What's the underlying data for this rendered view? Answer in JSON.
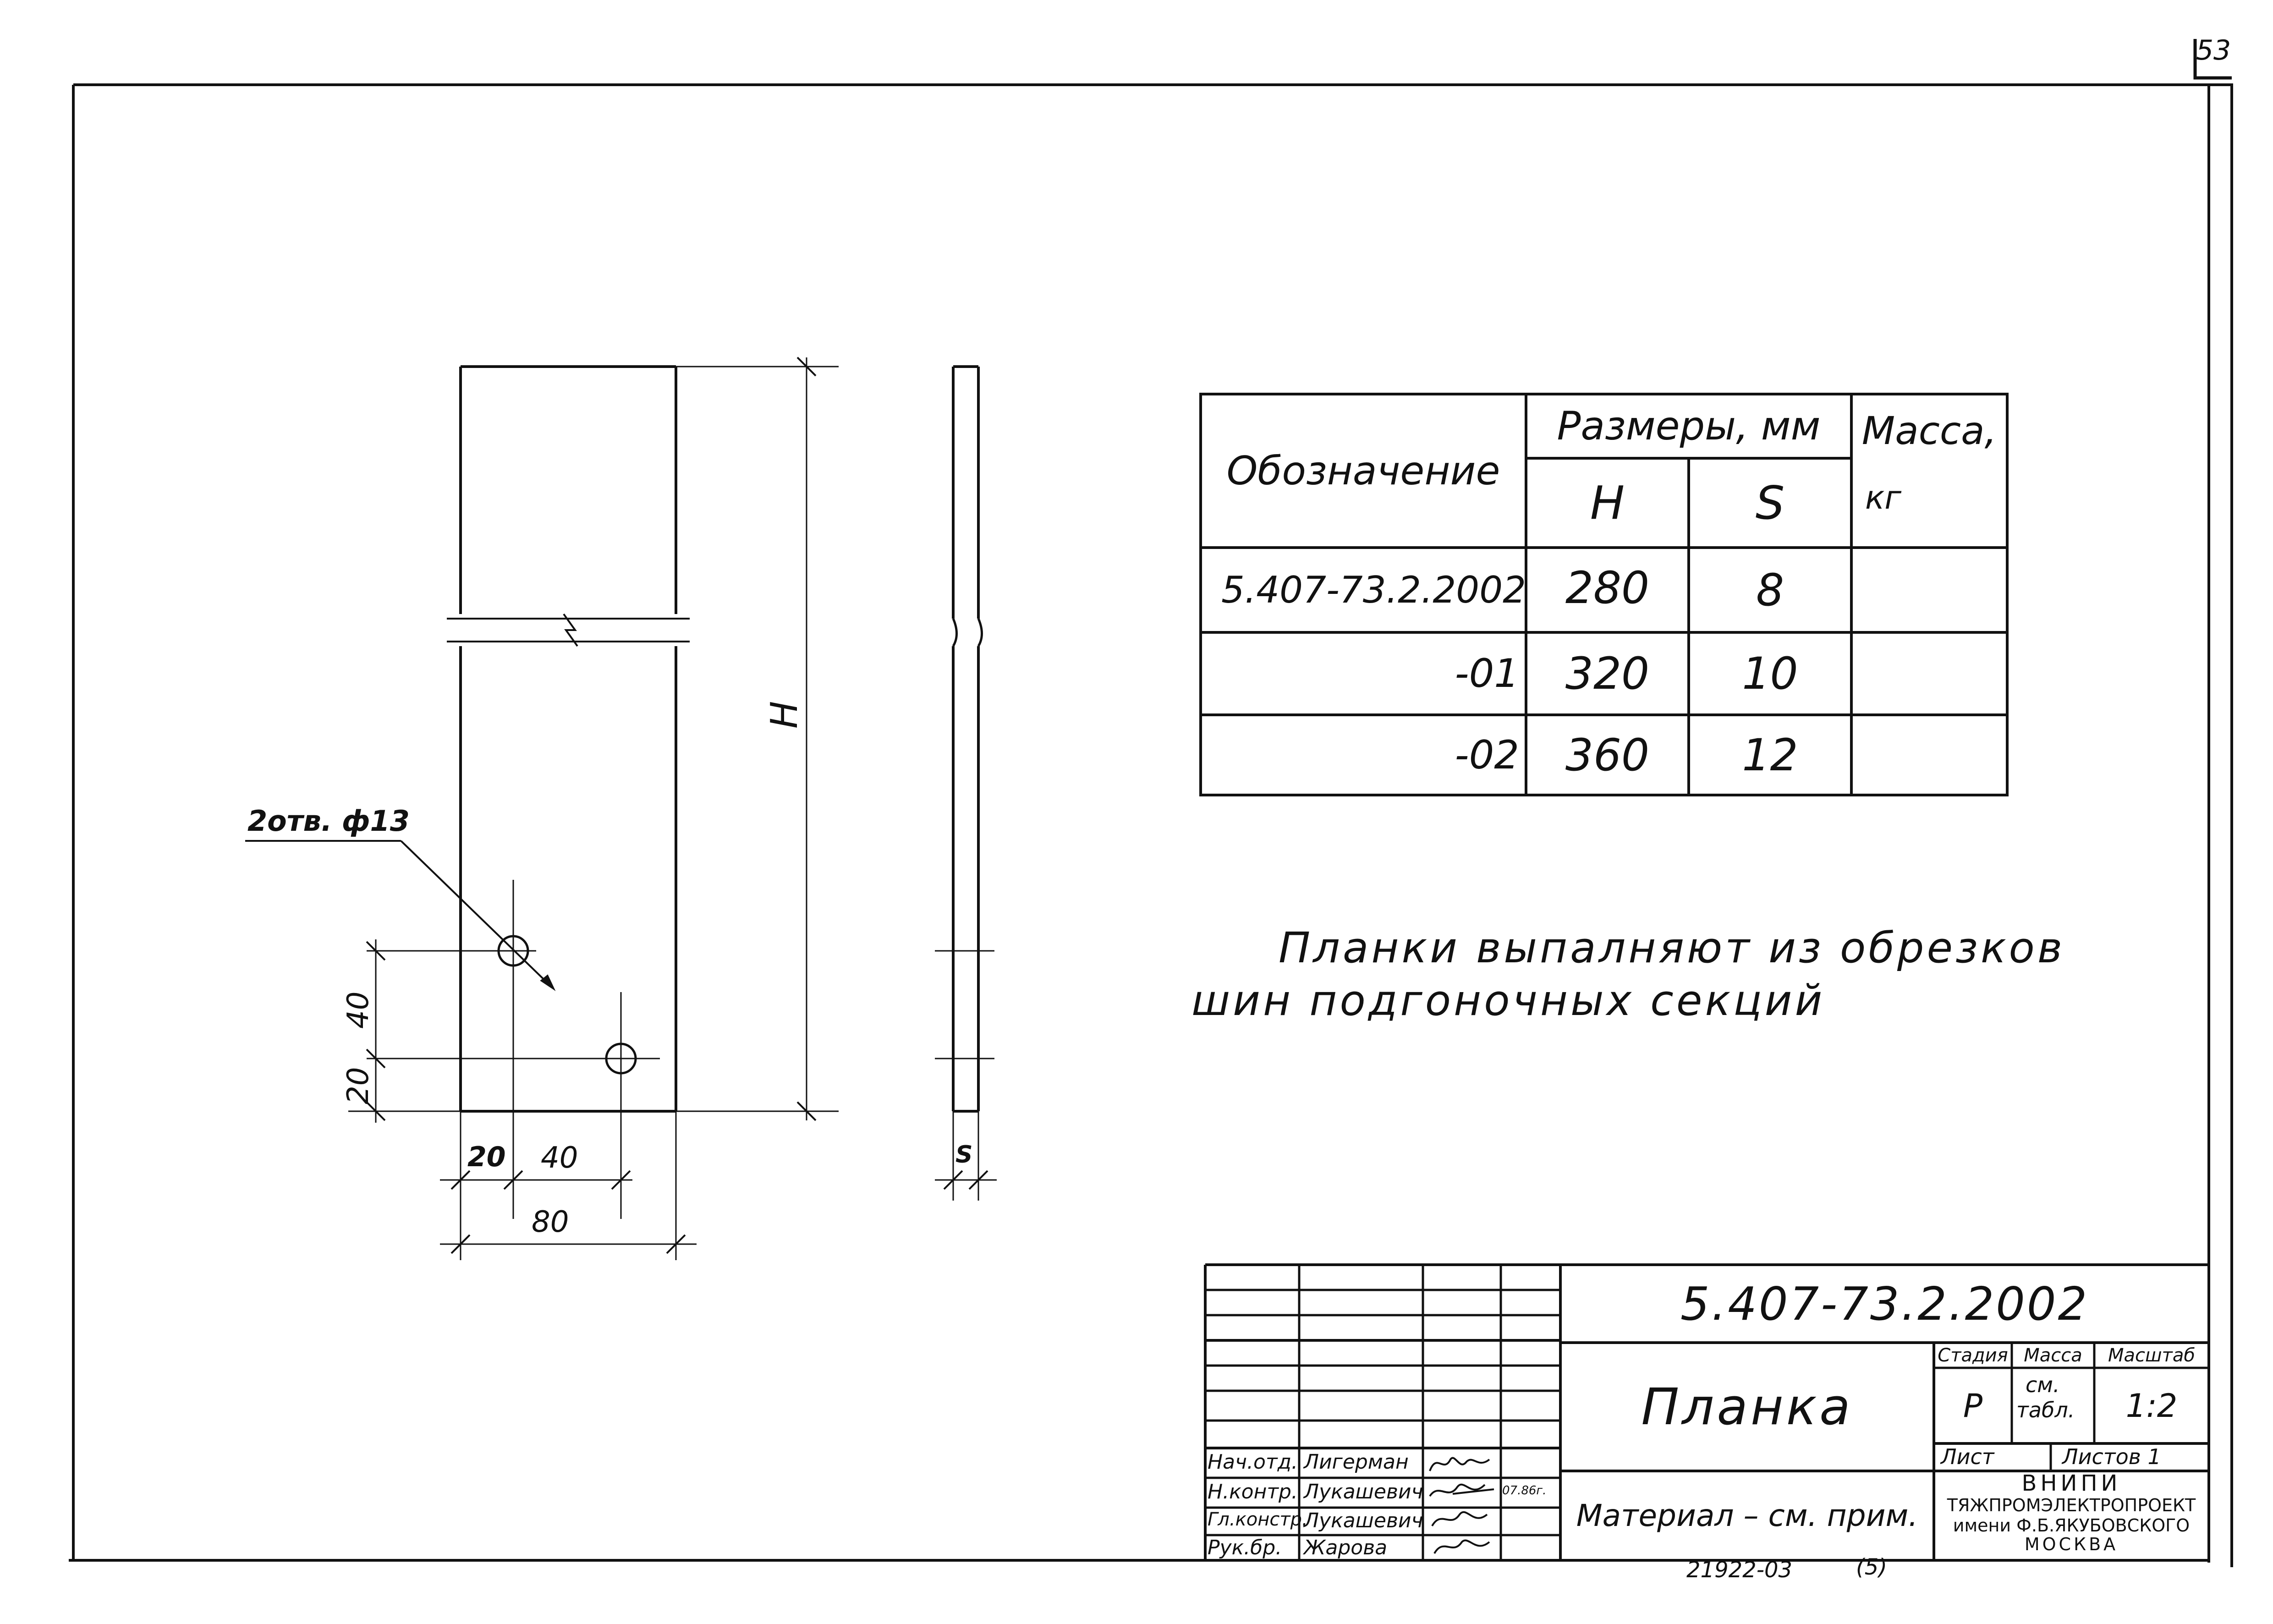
{
  "sheet_number": "53",
  "drawing": {
    "dimensions": {
      "height_symbol": "H",
      "thickness_symbol": "S",
      "hole_spacing_vertical": "40",
      "hole_offset_vertical": "20",
      "hole_offset_horizontal": "20",
      "hole_spacing_horizontal": "40",
      "width": "80"
    },
    "hole_callout": "2отв. ф13"
  },
  "spec_table": {
    "header": {
      "designation": "Обозначение",
      "dimensions_group": "Размеры, мм",
      "col_h": "H",
      "col_s": "S",
      "mass": "Масса,",
      "mass_unit": "кг"
    },
    "rows": [
      {
        "designation": "5.407-73.2.2002",
        "h": "280",
        "s": "8",
        "mass": ""
      },
      {
        "designation": "-01",
        "h": "320",
        "s": "10",
        "mass": ""
      },
      {
        "designation": "-02",
        "h": "360",
        "s": "12",
        "mass": ""
      }
    ]
  },
  "note": {
    "line1": "Планки выпалняют из обрезков",
    "line2": "шин подгоночных секций"
  },
  "title_block": {
    "doc_code": "5.407-73.2.2002",
    "title": "Планка",
    "material": "Материал – см. прим.",
    "stage_label": "Стадия",
    "stage_value": "Р",
    "mass_label": "Масса",
    "mass_value_1": "см.",
    "mass_value_2": "табл.",
    "scale_label": "Масштаб",
    "scale_value": "1:2",
    "sheet_label": "Лист",
    "sheets_label": "Листов 1",
    "org_line1": "ВНИПИ",
    "org_line2": "ТЯЖПРОМЭЛЕКТРОПРОЕКТ",
    "org_line3": "имени Ф.Б.ЯКУБОВСКОГО",
    "org_line4": "МОСКВА",
    "signatures": [
      {
        "role": "Нач.отд.",
        "name": "Лигерман",
        "date": ""
      },
      {
        "role": "Н.контр.",
        "name": "Лукашевич",
        "date": "07.86г."
      },
      {
        "role": "Гл.констр.",
        "name": "Лукашевич",
        "date": ""
      },
      {
        "role": "Рук.бр.",
        "name": "Жарова",
        "date": ""
      }
    ]
  },
  "footer_code": "21922-03",
  "footer_page": "(5)"
}
